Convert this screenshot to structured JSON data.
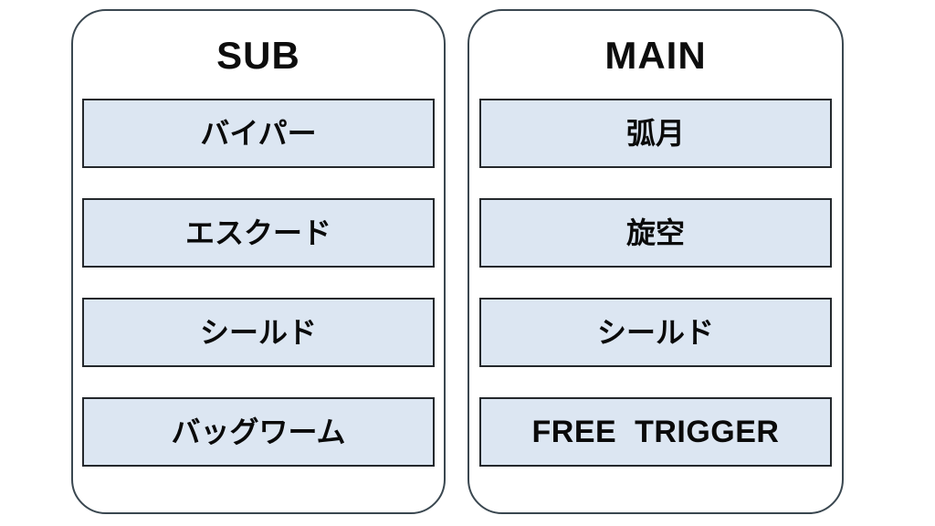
{
  "panels": [
    {
      "id": "sub",
      "title": "SUB",
      "slots": [
        {
          "label": "バイパー",
          "script": "jp"
        },
        {
          "label": "エスクード",
          "script": "jp"
        },
        {
          "label": "シールド",
          "script": "jp"
        },
        {
          "label": "バッグワーム",
          "script": "jp"
        }
      ]
    },
    {
      "id": "main",
      "title": "MAIN",
      "slots": [
        {
          "label": "弧月",
          "script": "jp"
        },
        {
          "label": "旋空",
          "script": "jp"
        },
        {
          "label": "シールド",
          "script": "jp"
        },
        {
          "label": "FREE  TRIGGER",
          "script": "latin"
        }
      ]
    }
  ],
  "colors": {
    "background": "#ffffff",
    "panel_border": "#3a4750",
    "slot_fill": "#dce6f2",
    "slot_border": "#24282c",
    "text": "#0a0a0a"
  }
}
